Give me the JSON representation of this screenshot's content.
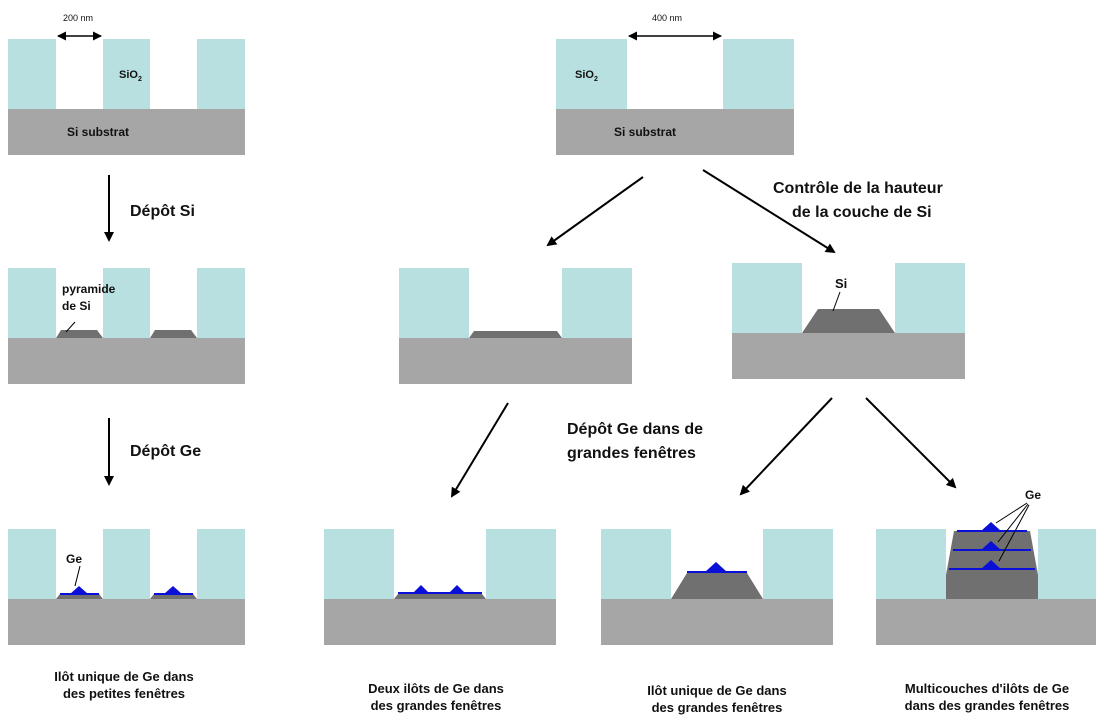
{
  "colors": {
    "oxide": "#b8e0e0",
    "substrate": "#a6a6a6",
    "silicon": "#707070",
    "germanium": "#0a10d8",
    "arrow": "#000000"
  },
  "dims": {
    "small": "200 nm",
    "large": "400 nm"
  },
  "labels": {
    "sio2_main": "SiO",
    "sio2_sub": "2",
    "si_substrat": "Si substrat",
    "pyramide_line1": "pyramide",
    "pyramide_line2": "de Si",
    "si": "Si",
    "ge": "Ge"
  },
  "steps": {
    "depot_si": "Dépôt Si",
    "depot_ge": "Dépôt Ge",
    "controle_line1": "Contrôle de la hauteur",
    "controle_line2": "de la couche de Si",
    "depot_ge_large_line1": "Dépôt Ge dans de",
    "depot_ge_large_line2": "grandes fenêtres"
  },
  "captions": [
    {
      "line1": "Ilôt unique de Ge dans",
      "line2": "des petites fenêtres"
    },
    {
      "line1": "Deux ilôts de Ge dans",
      "line2": "des grandes fenêtres"
    },
    {
      "line1": "Ilôt unique de Ge dans",
      "line2": "des grandes fenêtres"
    },
    {
      "line1": "Multicouches d'ilôts de Ge",
      "line2": "dans des grandes fenêtres"
    }
  ]
}
